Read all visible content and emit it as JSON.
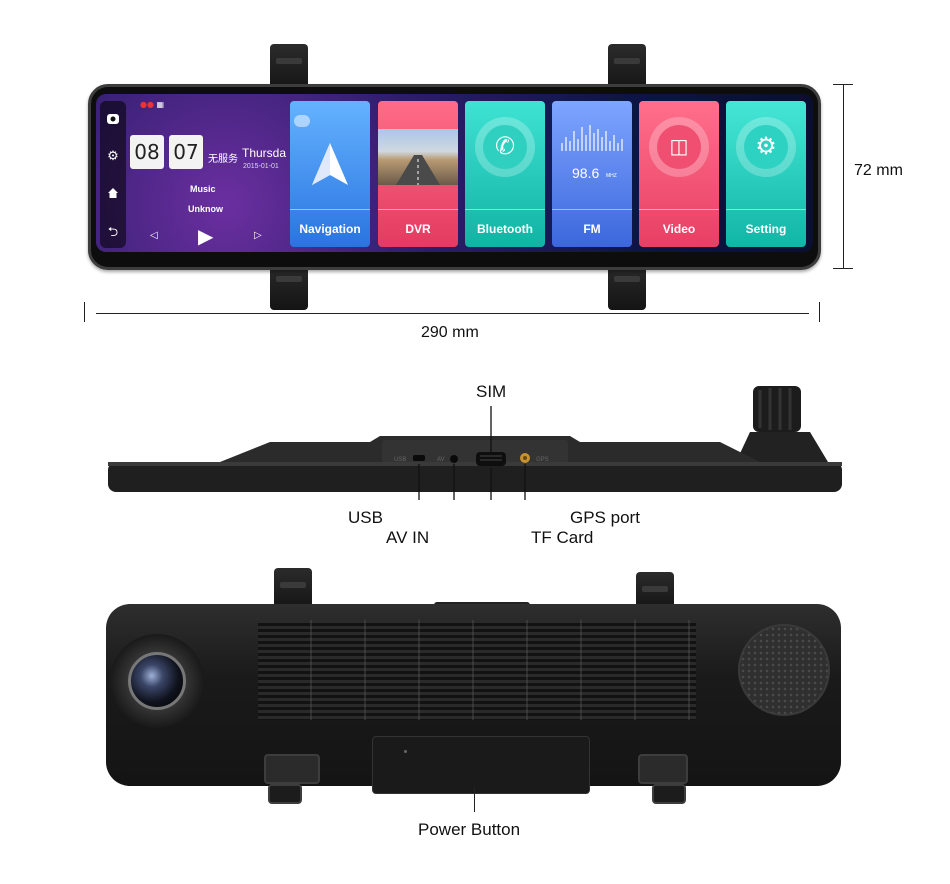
{
  "screen": {
    "status_icons": "",
    "clock_hour": "08",
    "clock_minute": "07",
    "no_service": "无服务",
    "day": "Thursda",
    "date": "2015-01-01",
    "music_title": "Music",
    "music_artist": "Unknow",
    "fm_frequency": "98.6",
    "fm_unit": "MHZ",
    "tiles": [
      {
        "label": "Navigation",
        "color": "#3a8df0",
        "icon": "navigation-arrow-icon"
      },
      {
        "label": "DVR",
        "color": "#f0506e",
        "icon": "road-camera-icon"
      },
      {
        "label": "Bluetooth",
        "color": "#17c3b2",
        "icon": "phone-icon"
      },
      {
        "label": "FM",
        "color": "#4f7de8",
        "icon": "radio-wave-icon"
      },
      {
        "label": "Video",
        "color": "#f2506e",
        "icon": "video-camera-icon"
      },
      {
        "label": "Setting",
        "color": "#17c7b6",
        "icon": "gear-icon"
      }
    ]
  },
  "dimensions": {
    "height": "72 mm",
    "width": "290 mm"
  },
  "ports": {
    "sim": "SIM",
    "usb": "USB",
    "av_in": "AV IN",
    "gps_port": "GPS port",
    "tf_card": "TF Card",
    "usb_print": "USB",
    "av_print": "AV",
    "gps_print": "GPS"
  },
  "rear": {
    "power_button": "Power Button"
  }
}
